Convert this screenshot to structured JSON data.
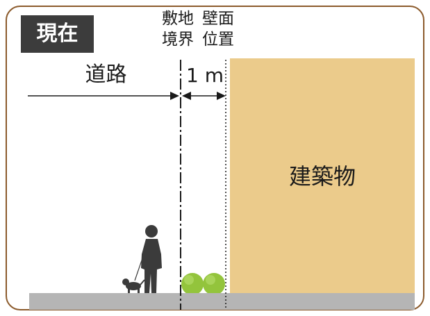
{
  "badge": {
    "label": "現在"
  },
  "labels": {
    "boundary": {
      "line1": "敷地",
      "line2": "境界"
    },
    "wall": {
      "line1": "壁面",
      "line2": "位置"
    },
    "road": "道路",
    "setback": "1 m",
    "building": "建築物"
  },
  "colors": {
    "frame": "#8b5a2b",
    "badge_bg": "#3c3c3c",
    "badge_text": "#ffffff",
    "building": "#ebcb8b",
    "ground": "#b5b5b5",
    "shrub": "#93c43c",
    "silhouette": "#3b3b3b",
    "lines": "#1a1a1a"
  },
  "icons": {
    "pedestrian": "person-walking-dog-icon",
    "shrubs": "shrub-icon"
  }
}
